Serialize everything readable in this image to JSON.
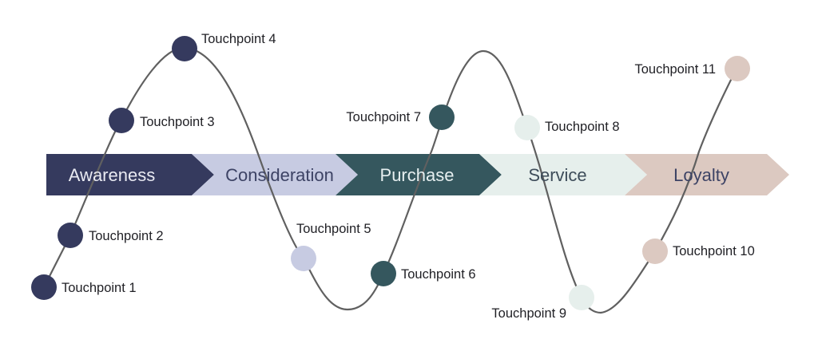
{
  "stages": [
    {
      "label": "Awareness",
      "fill": "#353a5e",
      "text_color": "#e9eaf2"
    },
    {
      "label": "Consideration",
      "fill": "#c7cbe2",
      "text_color": "#3d4365"
    },
    {
      "label": "Purchase",
      "fill": "#35575e",
      "text_color": "#e6eff0"
    },
    {
      "label": "Service",
      "fill": "#e6efec",
      "text_color": "#3e4d5a"
    },
    {
      "label": "Loyalty",
      "fill": "#dcc9c1",
      "text_color": "#3d4365"
    }
  ],
  "touchpoints": [
    {
      "label": "Touchpoint 1",
      "color": "#353a5e"
    },
    {
      "label": "Touchpoint 2",
      "color": "#353a5e"
    },
    {
      "label": "Touchpoint 3",
      "color": "#353a5e"
    },
    {
      "label": "Touchpoint 4",
      "color": "#353a5e"
    },
    {
      "label": "Touchpoint 5",
      "color": "#c7cbe2"
    },
    {
      "label": "Touchpoint 6",
      "color": "#35575e"
    },
    {
      "label": "Touchpoint 7",
      "color": "#35575e"
    },
    {
      "label": "Touchpoint 8",
      "color": "#e6efec"
    },
    {
      "label": "Touchpoint 9",
      "color": "#e6efec"
    },
    {
      "label": "Touchpoint 10",
      "color": "#dcc9c1"
    },
    {
      "label": "Touchpoint 11",
      "color": "#dcc9c1"
    }
  ],
  "curve_color": "#606060"
}
